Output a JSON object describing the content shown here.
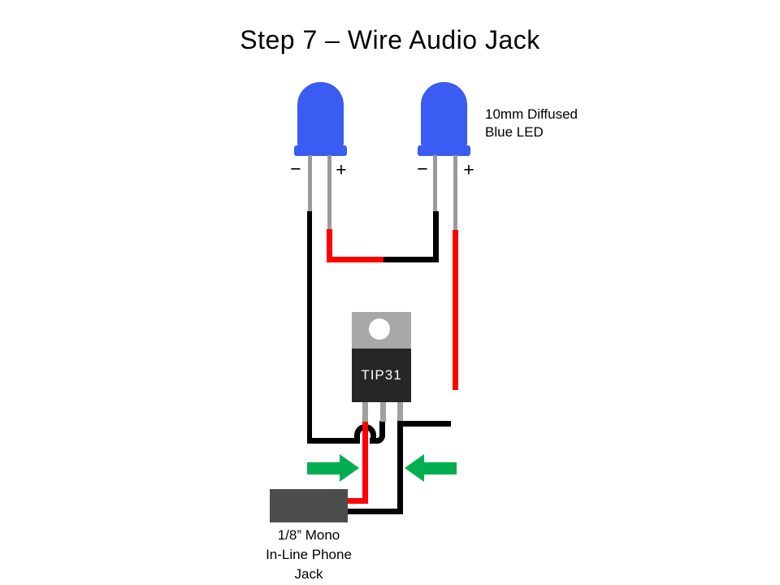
{
  "title": "Step 7 – Wire Audio Jack",
  "led": {
    "note1": "10mm Diffused",
    "note2": "Blue LED",
    "minus": "−",
    "plus": "+"
  },
  "transistor": {
    "label": "TIP31"
  },
  "jack": {
    "note1": "1/8” Mono",
    "note2": "In-Line Phone",
    "note3": "Jack"
  },
  "colors": {
    "background": "#ffffff",
    "text": "#000000",
    "led_blue": "#3a5cf2",
    "lead_gray": "#9a9a9a",
    "wire_black": "#000000",
    "wire_red": "#fe0000",
    "transistor_tab_gray": "#a8a8a8",
    "transistor_body_black": "#262626",
    "transistor_label_white": "#ffffff",
    "jack_gray": "#4d4d4d",
    "arrow_green": "#00b050"
  }
}
